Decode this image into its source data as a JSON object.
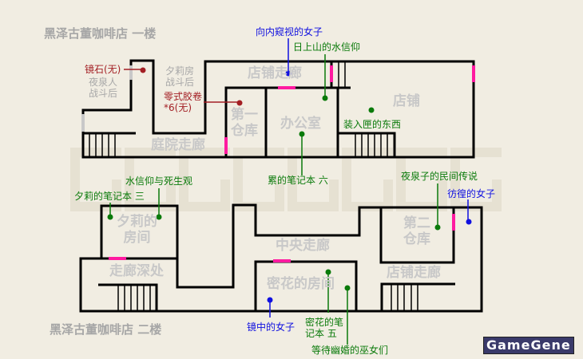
{
  "watermark": "GAMEGENE",
  "logo": "GameGene",
  "floor1": {
    "title": "黑泽古董咖啡店 一楼",
    "rooms": {
      "shop_corridor": "店铺走廊",
      "warehouse1": "第一\n仓库",
      "office": "办公室",
      "shop": "店铺",
      "courtyard": "庭院走廊"
    },
    "notes": {
      "yasen_after": "夜泉人\n战斗后",
      "yuri_room_after": "夕莉房\n战斗后"
    },
    "items": {
      "mirror_stone": "镜石(无)",
      "film": "零式胶卷\n*6(无)",
      "peeking_woman": "向内窥视的女子",
      "sun_mountain": "日上山的水信仰",
      "box_things": "装入匣的东西",
      "rui_notebook": "累的笔记本 六"
    }
  },
  "floor2": {
    "title": "黑泽古董咖啡店 二楼",
    "rooms": {
      "yuri_room": "夕莉的\n房间",
      "deep_corridor": "走廊深处",
      "central_corridor": "中央走廊",
      "mitsuka_room": "密花的房间",
      "warehouse2": "第二\n仓库",
      "shop_corridor": "店铺走廊"
    },
    "items": {
      "folk_tale": "夜泉子的民间传说",
      "wandering_woman": "彷徨的女子",
      "water_faith": "水信仰与死生观",
      "yuri_notebook": "夕莉的笔记本 三",
      "mirror_woman": "镜中的女子",
      "mitsuka_notebook": "密花的笔\n记本 五",
      "shrine_maidens": "等待幽婚的巫女们"
    }
  },
  "colors": {
    "wall": "#000000",
    "door": "#ff1aa0",
    "locked_door": "#c8c8c8",
    "item": "#0a7a0a",
    "ghost": "#1010e0",
    "unobtainable": "#a31f24"
  }
}
